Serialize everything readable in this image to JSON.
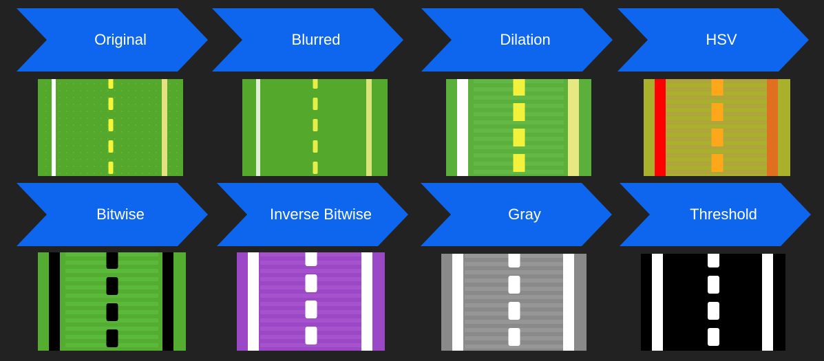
{
  "steps": [
    {
      "label": "Original",
      "variant": "original"
    },
    {
      "label": "Blurred",
      "variant": "blurred"
    },
    {
      "label": "Dilation",
      "variant": "dilation"
    },
    {
      "label": "HSV",
      "variant": "hsv"
    },
    {
      "label": "Bitwise",
      "variant": "bitwise"
    },
    {
      "label": "Inverse Bitwise",
      "variant": "inverse"
    },
    {
      "label": "Gray",
      "variant": "gray"
    },
    {
      "label": "Threshold",
      "variant": "threshold"
    }
  ],
  "colors": {
    "background": "#222222",
    "chevron": "#0f66ee",
    "label": "#ffffff"
  }
}
